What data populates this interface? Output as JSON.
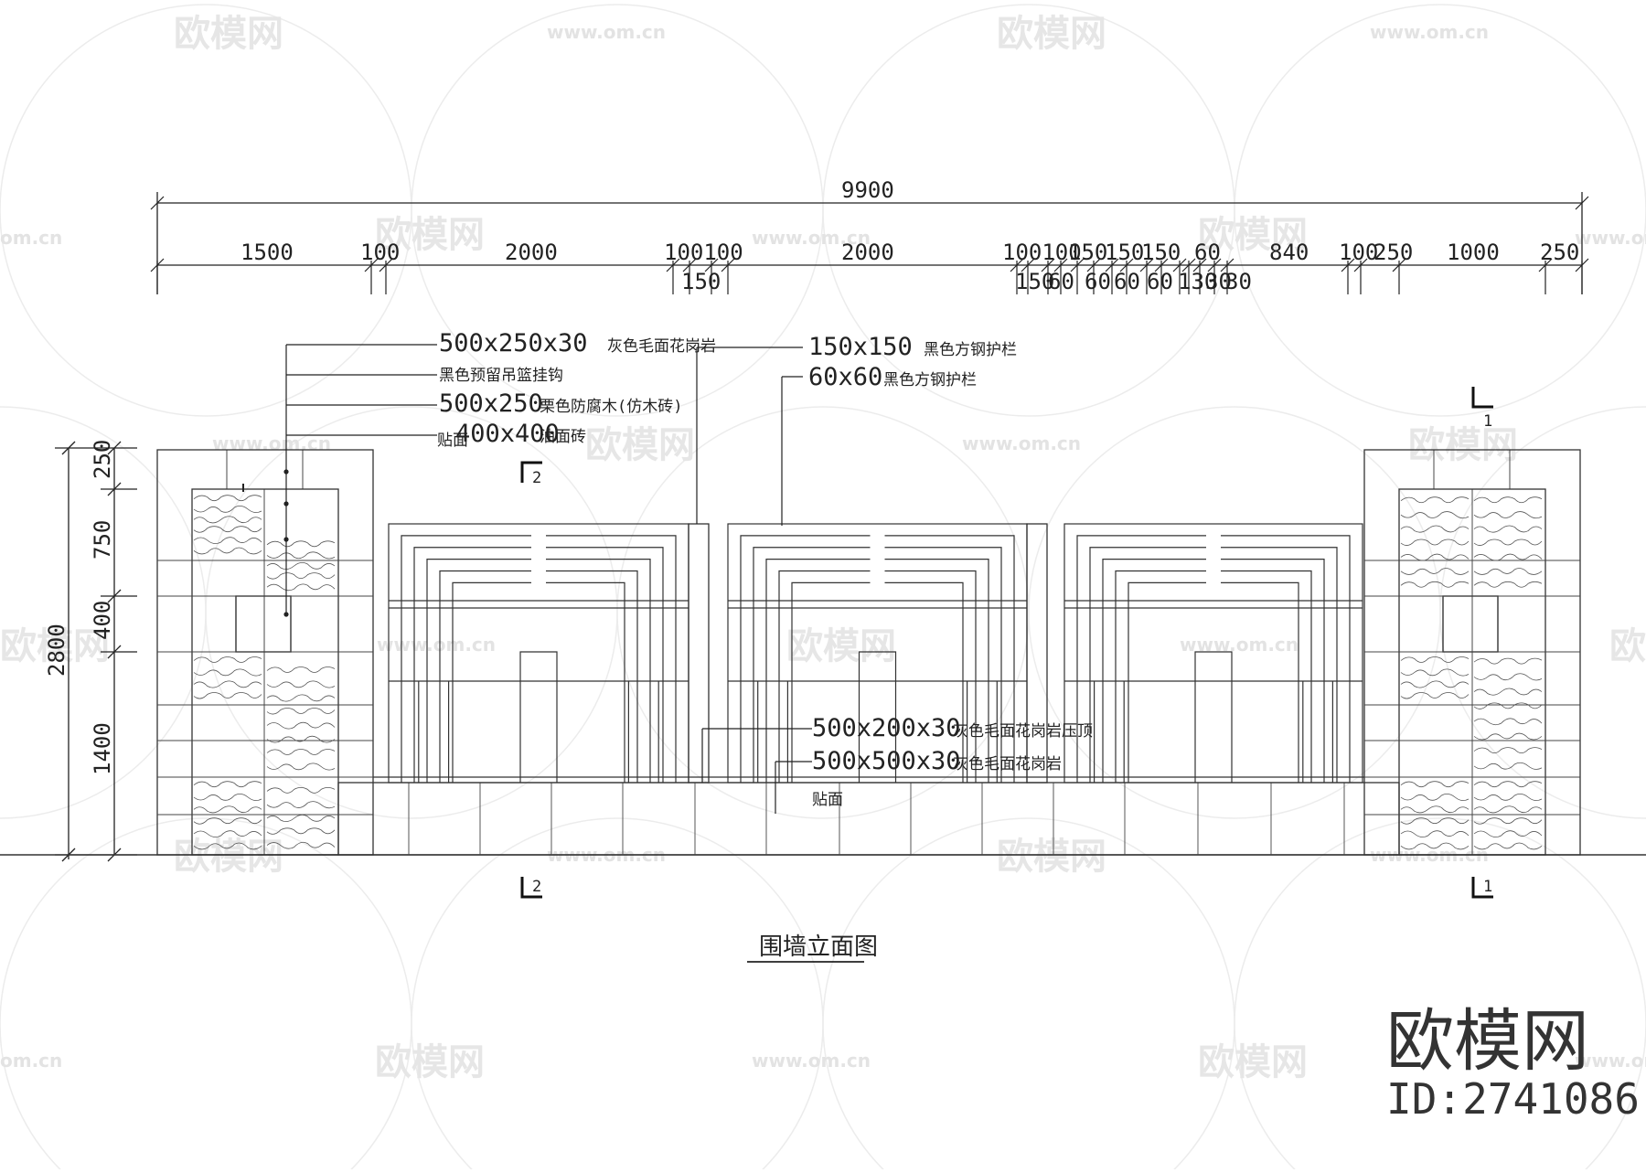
{
  "watermark": {
    "brand": "欧模网",
    "url": "www.om.cn",
    "url_short": "om.cn"
  },
  "drawing": {
    "title": "围墙立面图",
    "overall_dimension": "9900",
    "top_dimensions": [
      "1500",
      "100",
      "2000",
      "100100",
      "2000",
      "100100",
      "150",
      "150",
      "150",
      "60",
      "840",
      "100",
      "250",
      "1000",
      "250"
    ],
    "sub_dimensions": [
      "150",
      "150",
      "60",
      "60",
      "60",
      "60",
      "130",
      "30",
      "30"
    ],
    "left_dimensions": [
      "250",
      "750",
      "400",
      "1400"
    ],
    "left_total": "2800",
    "section_marks": [
      "1",
      "2"
    ]
  },
  "labels": {
    "granite_top": "500x250x30",
    "granite_top_desc": "灰色毛面花岗岩",
    "hook": "黑色预留吊篮挂钩",
    "wood_size": "500x250",
    "wood_desc": "栗色防腐木(仿木砖)",
    "tile_size": "400x400",
    "tile_desc": "油面砖",
    "tile_note": "贴面",
    "rail_150": "150x150",
    "rail_150_desc": "黑色方钢护栏",
    "rail_60": "60x60",
    "rail_60_desc": "黑色方钢护栏",
    "coping_size": "500x200x30",
    "coping_desc": "灰色毛面花岗岩压顶",
    "base_size": "500x500x30",
    "base_desc": "灰色毛面花岗岩",
    "base_note": "贴面"
  },
  "brand_stamp": {
    "name": "欧模网",
    "id": "ID:2741086"
  }
}
